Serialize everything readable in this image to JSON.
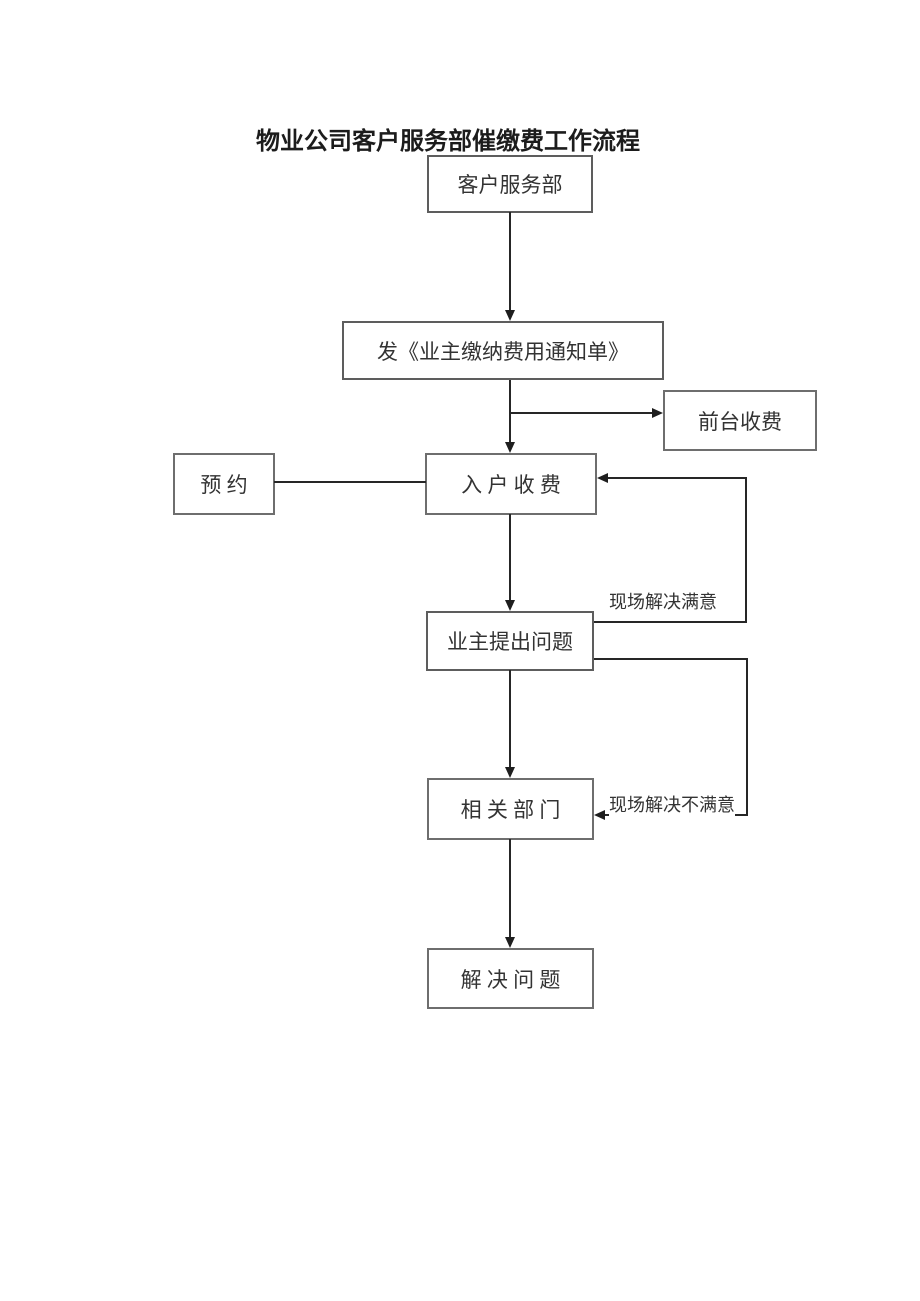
{
  "title": "物业公司客户服务部催缴费工作流程",
  "flowchart": {
    "nodes": [
      {
        "id": "customer-service-dept",
        "label": "客户服务部"
      },
      {
        "id": "issue-payment-notice",
        "label": "发《业主缴纳费用通知单》"
      },
      {
        "id": "front-desk-fee",
        "label": "前台收费"
      },
      {
        "id": "appointment",
        "label": "预 约"
      },
      {
        "id": "door-to-door-fee",
        "label": "入 户 收 费"
      },
      {
        "id": "owner-raises-issue",
        "label": "业主提出问题"
      },
      {
        "id": "related-departments",
        "label": "相 关 部 门"
      },
      {
        "id": "solve-problem",
        "label": "解 决 问 题"
      }
    ],
    "edges": [
      {
        "from": "customer-service-dept",
        "to": "issue-payment-notice",
        "type": "arrow"
      },
      {
        "from": "issue-payment-notice",
        "to": "front-desk-fee",
        "type": "arrow"
      },
      {
        "from": "issue-payment-notice",
        "to": "door-to-door-fee",
        "type": "arrow"
      },
      {
        "from": "appointment",
        "to": "door-to-door-fee",
        "type": "line"
      },
      {
        "from": "door-to-door-fee",
        "to": "owner-raises-issue",
        "type": "arrow"
      },
      {
        "from": "owner-raises-issue",
        "to": "door-to-door-fee",
        "type": "arrow",
        "label": "现场解决满意"
      },
      {
        "from": "owner-raises-issue",
        "to": "related-departments",
        "type": "arrow"
      },
      {
        "from": "owner-raises-issue",
        "to": "related-departments",
        "type": "arrow",
        "label": "现场解决不满意"
      },
      {
        "from": "related-departments",
        "to": "solve-problem",
        "type": "arrow"
      }
    ]
  }
}
